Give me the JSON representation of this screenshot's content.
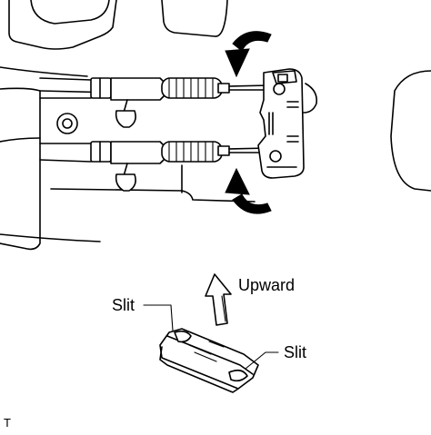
{
  "labels": {
    "upward": "Upward",
    "slit_left": "Slit",
    "slit_right": "Slit",
    "corner_mark": "T"
  }
}
